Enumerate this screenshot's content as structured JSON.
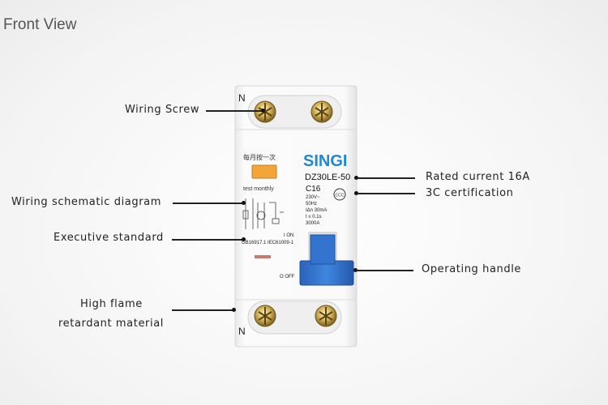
{
  "heading": "Front View",
  "labels": {
    "wiring_screw": "Wiring Screw",
    "rated_current": "Rated current 16A",
    "certification": "3C certification",
    "wiring_schematic": "Wiring schematic diagram",
    "executive_standard": "Executive standard",
    "operating_handle": "Operating handle",
    "flame_line1": "High flame",
    "flame_line2": "retardant material"
  },
  "device": {
    "terminal_top": "N",
    "terminal_bottom": "N",
    "chinese_text": "每月按一次",
    "brand": "SINGI",
    "model": "DZ30LE-50",
    "rating": "C16",
    "voltage": "230V~",
    "frequency": "50Hz",
    "residual_current": "IΔn 30mA",
    "trip_time": "t ≤ 0.1s",
    "breaking_capacity": "3000A",
    "test_label": "test monthly",
    "standard": "GB16917.1 IEC61009-1",
    "on_label": "I ON",
    "off_label": "O OFF",
    "cert_mark": "CCC"
  },
  "colors": {
    "brand": "#1e88d6",
    "handle": "#2f6fc9",
    "test_button": "#f2a63a"
  }
}
